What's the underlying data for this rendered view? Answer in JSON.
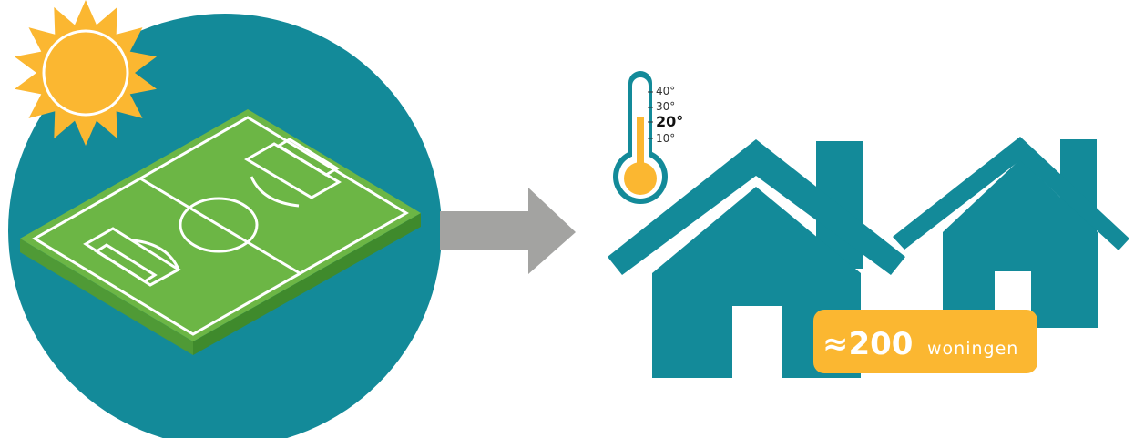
{
  "colors": {
    "teal": "#138a99",
    "sun": "#fbb731",
    "grass": "#6cb645",
    "grass_side": "#4f9a36",
    "line": "#ffffff",
    "arrow": "#a3a3a1",
    "thermo_fill": "#fbb731"
  },
  "icons": {
    "sun": "sun-icon",
    "field": "football-field-icon",
    "arrow": "arrow-right-icon",
    "thermometer": "thermometer-icon",
    "houses": "house-icon"
  },
  "thermometer": {
    "scale": [
      "40°",
      "30°",
      "20°",
      "10°"
    ],
    "current_index": 2
  },
  "badge": {
    "value": "≈200",
    "unit": "woningen"
  }
}
